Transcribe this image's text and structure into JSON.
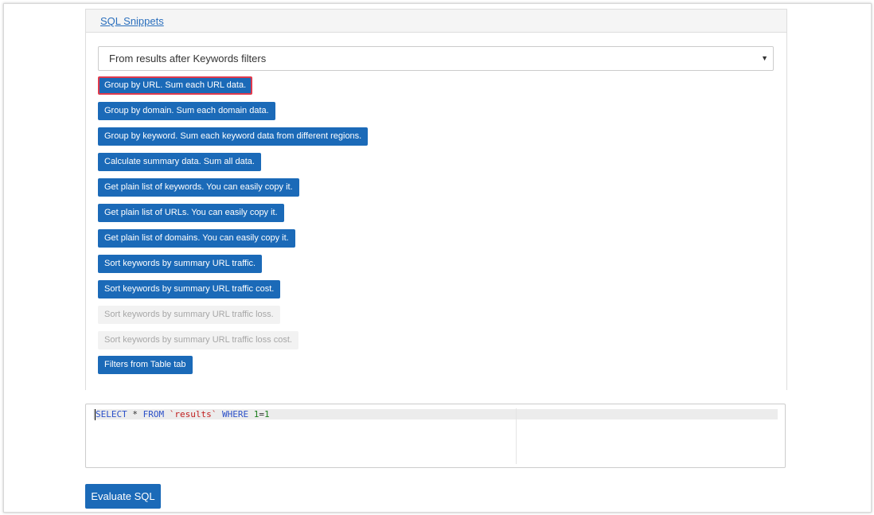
{
  "panel": {
    "heading_link": "SQL Snippets"
  },
  "source_select": {
    "selected": "From results after Keywords filters",
    "caret": "▼"
  },
  "snippets": [
    {
      "label": "Group by URL. Sum each URL data.",
      "state": "selected"
    },
    {
      "label": "Group by domain. Sum each domain data.",
      "state": "enabled"
    },
    {
      "label": "Group by keyword. Sum each keyword data from different regions.",
      "state": "enabled"
    },
    {
      "label": "Calculate summary data. Sum all data.",
      "state": "enabled"
    },
    {
      "label": "Get plain list of keywords. You can easily copy it.",
      "state": "enabled"
    },
    {
      "label": "Get plain list of URLs. You can easily copy it.",
      "state": "enabled"
    },
    {
      "label": "Get plain list of domains. You can easily copy it.",
      "state": "enabled"
    },
    {
      "label": "Sort keywords by summary URL traffic.",
      "state": "enabled"
    },
    {
      "label": "Sort keywords by summary URL traffic cost.",
      "state": "enabled"
    },
    {
      "label": "Sort keywords by summary URL traffic loss.",
      "state": "disabled"
    },
    {
      "label": "Sort keywords by summary URL traffic loss cost.",
      "state": "disabled"
    },
    {
      "label": "Filters from Table tab",
      "state": "enabled"
    }
  ],
  "editor": {
    "tokens": {
      "select": "SELECT",
      "star": " * ",
      "from": "FROM",
      "space1": " ",
      "table": "`results`",
      "space2": " ",
      "where": "WHERE",
      "space3": " ",
      "one_a": "1",
      "eq": "=",
      "one_b": "1"
    }
  },
  "evaluate_button": "Evaluate SQL",
  "colors": {
    "button_blue": "#1b6ab8",
    "selected_border": "#e03a4c",
    "disabled_bg": "#f2f2f2",
    "link": "#2a6fbd"
  }
}
